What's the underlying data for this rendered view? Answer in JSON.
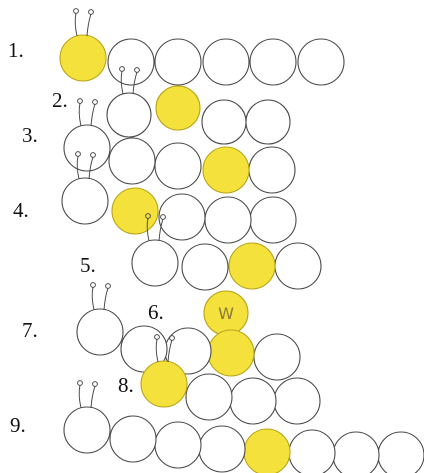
{
  "colors": {
    "ink": "#4a4a4a",
    "fill": "#ffffff",
    "highlight": "#f5e13c",
    "highlight_edge": "#b8a51a"
  },
  "rows": [
    {
      "label": "1.",
      "circles": 6,
      "highlight": [
        0
      ],
      "antenna": true
    },
    {
      "label": "2.",
      "circles": 4,
      "highlight": [
        1
      ],
      "antenna": true
    },
    {
      "label": "3.",
      "circles": 5,
      "highlight": [
        3
      ],
      "antenna": true
    },
    {
      "label": "4.",
      "circles": 5,
      "highlight": [
        1
      ],
      "antenna": true
    },
    {
      "label": "5.",
      "circles": 4,
      "highlight": [
        2
      ],
      "antenna": true
    },
    {
      "label": "6.",
      "circles": 1,
      "highlight": [
        0
      ],
      "antenna": false,
      "mark": "W"
    },
    {
      "label": "7.",
      "circles": 5,
      "highlight": [
        3
      ],
      "antenna": true
    },
    {
      "label": "8.",
      "circles": 4,
      "highlight": [
        0
      ],
      "antenna": true
    },
    {
      "label": "9.",
      "circles": 8,
      "highlight": [
        4
      ],
      "antenna": true
    }
  ]
}
